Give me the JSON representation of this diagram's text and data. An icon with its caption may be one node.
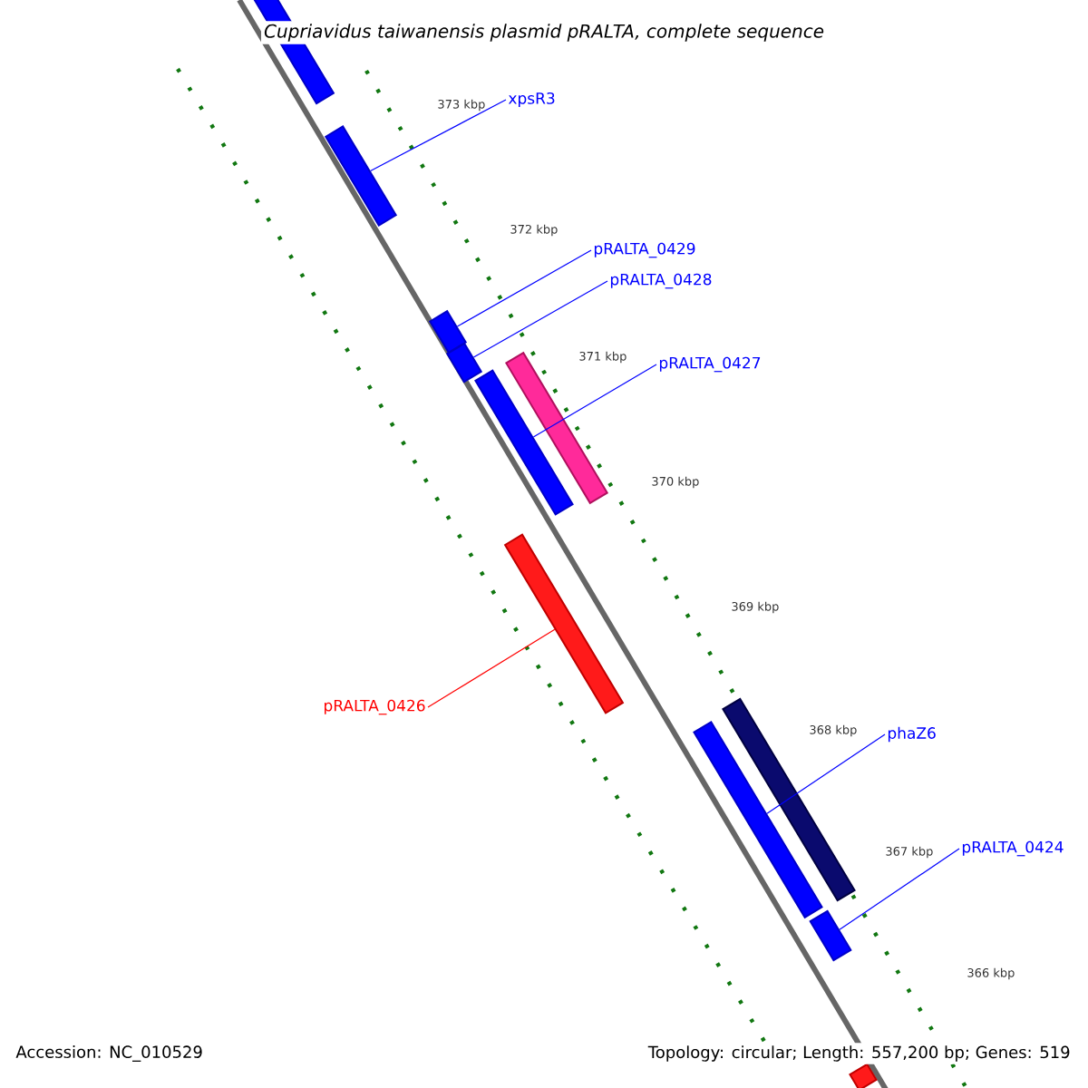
{
  "diagram": {
    "title": "*Cupriavidus taiwanensis* plasmid pRALTA, complete sequence",
    "nodes": [
      {
        "text": [],
        "shape": "bar"
      },
      {
        "text": [],
        "shape": "bar"
      },
      {
        "text": [],
        "shape": "bar"
      },
      {
        "text": [],
        "shape": "bar"
      },
      {
        "text": [],
        "shape": "bar"
      },
      {
        "text": [],
        "shape": "bar"
      },
      {
        "text": [],
        "shape": "bar"
      },
      {
        "text": [],
        "shape": "bar"
      },
      {
        "text": [],
        "shape": "bar"
      },
      {
        "text": [],
        "shape": "bar"
      },
      {
        "text": [],
        "shape": "bar"
      },
      {
        "text": [
          "xpsR3"
        ]
      },
      {
        "text": [
          "pRALTA_0429"
        ]
      },
      {
        "text": [
          "pRALTA_0428"
        ]
      },
      {
        "text": [
          "pRALTA_0427"
        ]
      },
      {
        "text": [
          "pRALTA_0426"
        ]
      },
      {
        "text": [
          "phaZ6"
        ]
      },
      {
        "text": [
          "pRALTA_0424"
        ]
      }
    ],
    "edges": [
      {
        "from": 11,
        "to": 1,
        "arrow": "none"
      },
      {
        "from": 12,
        "to": 2,
        "arrow": "none"
      },
      {
        "from": 13,
        "to": 3,
        "arrow": "none"
      },
      {
        "from": 14,
        "to": 4,
        "arrow": "none"
      },
      {
        "from": 15,
        "to": 6,
        "arrow": "none",
        "color": "#ff0000"
      },
      {
        "from": 16,
        "to": 7,
        "arrow": "none"
      },
      {
        "from": 17,
        "to": 9,
        "arrow": "none"
      }
    ],
    "labels": [
      "373 kbp",
      "372 kbp",
      "371 kbp",
      "370 kbp",
      "369 kbp",
      "368 kbp",
      "367 kbp",
      "366 kbp",
      "Accession: NC_010529",
      "Topology: circular; Length: 557,200 bp; Genes: 519"
    ]
  }
}
